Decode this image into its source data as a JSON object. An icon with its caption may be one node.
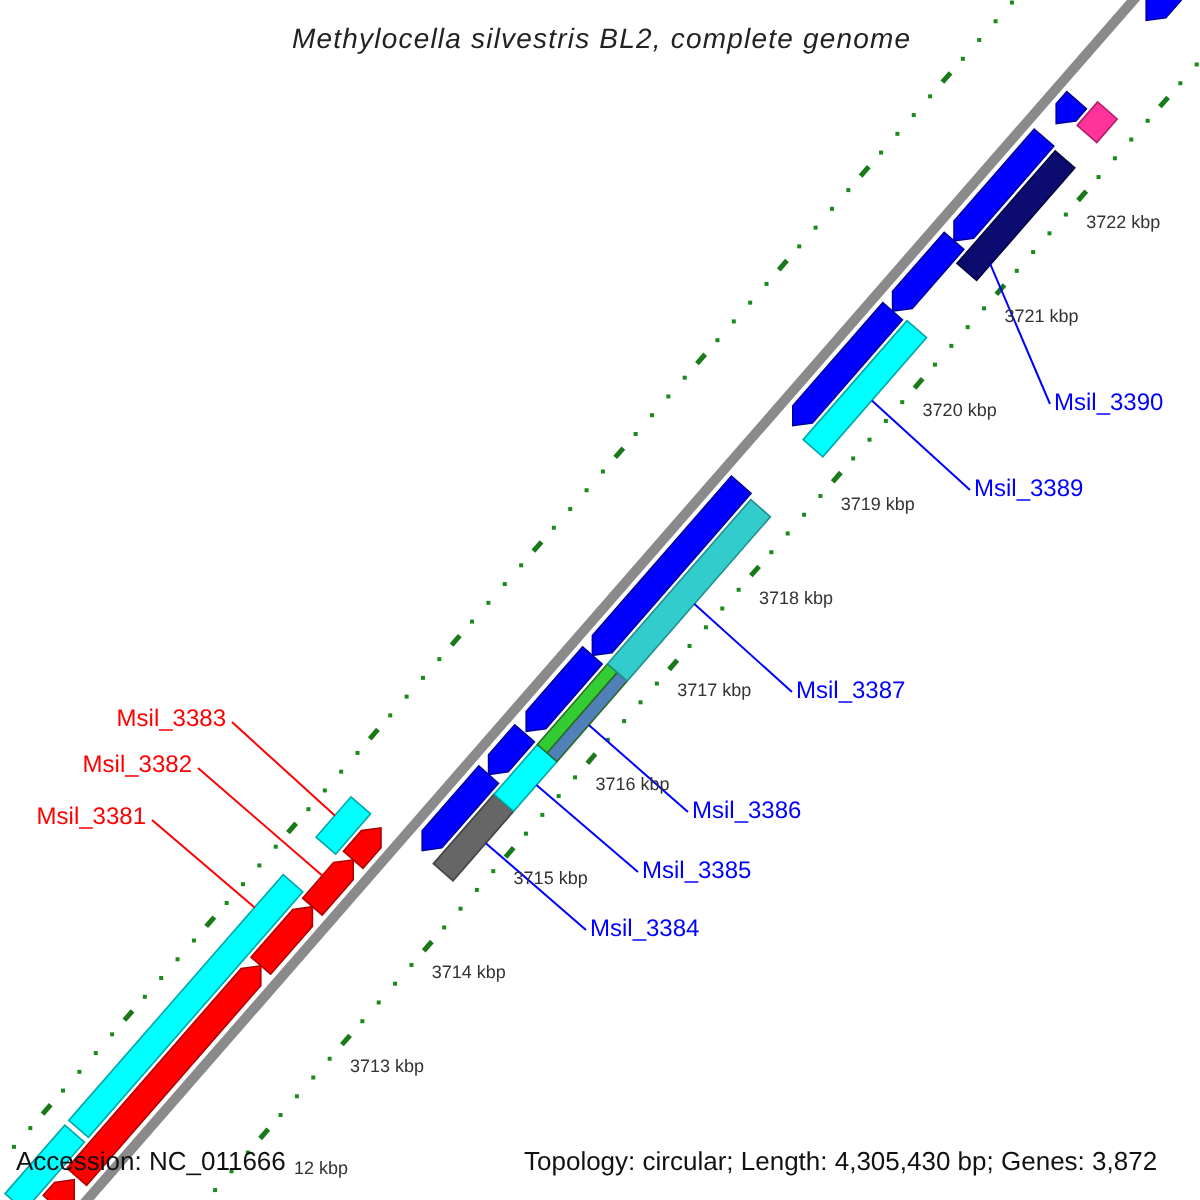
{
  "diagram": {
    "title": "Methylocella silvestris BL2, complete genome",
    "nodes": [
      {
        "text": [],
        "shape": "bar"
      },
      {
        "text": [],
        "shape": "bar"
      },
      {
        "text": [],
        "shape": "bar"
      },
      {
        "text": [],
        "shape": "bar"
      },
      {
        "text": [],
        "shape": "bar"
      },
      {
        "text": [],
        "shape": "bar"
      },
      {
        "text": [],
        "shape": "bar"
      },
      {
        "text": [],
        "shape": "bar"
      },
      {
        "text": [],
        "shape": "bar"
      },
      {
        "text": [],
        "shape": "bar"
      },
      {
        "text": [],
        "shape": "bar"
      },
      {
        "text": [],
        "shape": "bar"
      },
      {
        "text": [],
        "shape": "bar"
      },
      {
        "text": [],
        "shape": "bar"
      },
      {
        "text": [],
        "shape": "bar"
      },
      {
        "text": [],
        "shape": "bar"
      },
      {
        "text": [],
        "shape": "bar"
      },
      {
        "text": [],
        "shape": "bar"
      },
      {
        "text": [],
        "shape": "bar"
      },
      {
        "text": [],
        "shape": "bar"
      },
      {
        "text": [],
        "shape": "bar"
      },
      {
        "text": [],
        "shape": "bar"
      },
      {
        "text": [],
        "shape": "bar"
      },
      {
        "text": [],
        "shape": "bar"
      },
      {
        "text": [
          "Msil_3390"
        ]
      },
      {
        "text": [
          "Msil_3389"
        ]
      },
      {
        "text": [
          "Msil_3387"
        ]
      },
      {
        "text": [
          "Msil_3383"
        ]
      },
      {
        "text": [
          "Msil_3382"
        ]
      },
      {
        "text": [
          "Msil_3386"
        ]
      },
      {
        "text": [
          "Msil_3381"
        ]
      },
      {
        "text": [
          "Msil_3385"
        ]
      },
      {
        "text": [
          "Msil_3384"
        ]
      }
    ],
    "edges": [
      {
        "from": 24,
        "to": 19,
        "arrow": "none"
      },
      {
        "from": 25,
        "to": 17,
        "arrow": "none"
      },
      {
        "from": 26,
        "to": 14,
        "arrow": "none"
      },
      {
        "from": 27,
        "to": 6,
        "arrow": "none",
        "color": "#ff0000"
      },
      {
        "from": 28,
        "to": 5,
        "arrow": "none",
        "color": "#ff0000"
      },
      {
        "from": 29,
        "to": 12,
        "arrow": "none"
      },
      {
        "from": 30,
        "to": 3,
        "arrow": "none",
        "color": "#ff0000"
      },
      {
        "from": 31,
        "to": 10,
        "arrow": "none"
      },
      {
        "from": 32,
        "to": 8,
        "arrow": "none"
      }
    ],
    "labels": [
      "3722 kbp",
      "3721 kbp",
      "3720 kbp",
      "3719 kbp",
      "3718 kbp",
      "3717 kbp",
      "3716 kbp",
      "3715 kbp",
      "3714 kbp",
      "3713 kbp",
      "Accession: NC_011666",
      "12 kbp",
      "Topology: circular; Length: 4,305,430 bp; Genes: 3,872"
    ]
  }
}
